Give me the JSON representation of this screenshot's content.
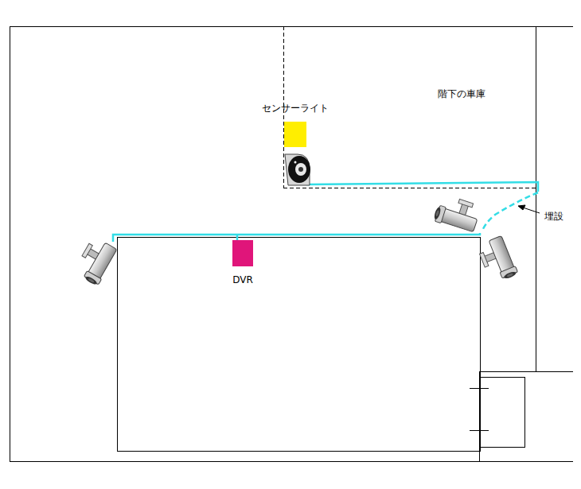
{
  "diagram": {
    "nodes": [
      {
        "text": [
          "階下の車庫"
        ]
      },
      {
        "text": [
          "センサーライト"
        ],
        "in": 0
      },
      {
        "text": [
          "DVR"
        ]
      }
    ],
    "labels": [
      "埋設"
    ]
  }
}
